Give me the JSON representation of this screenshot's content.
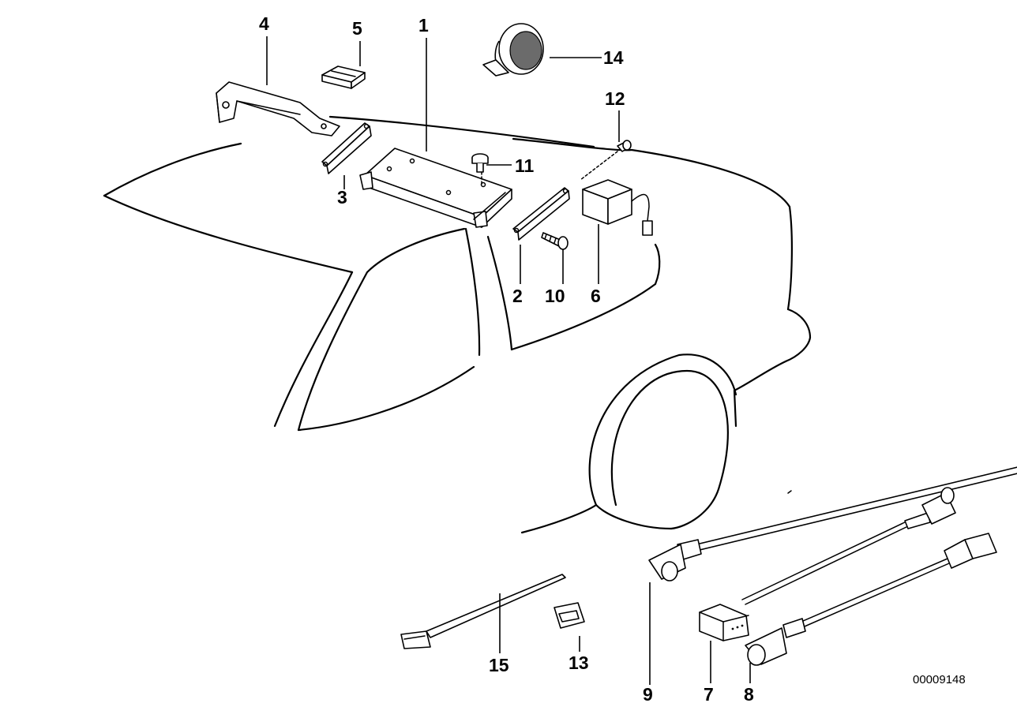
{
  "diagram": {
    "callouts": [
      "1",
      "2",
      "3",
      "4",
      "5",
      "6",
      "7",
      "8",
      "9",
      "10",
      "11",
      "12",
      "13",
      "14",
      "15"
    ],
    "drawing_number": "00009148"
  }
}
